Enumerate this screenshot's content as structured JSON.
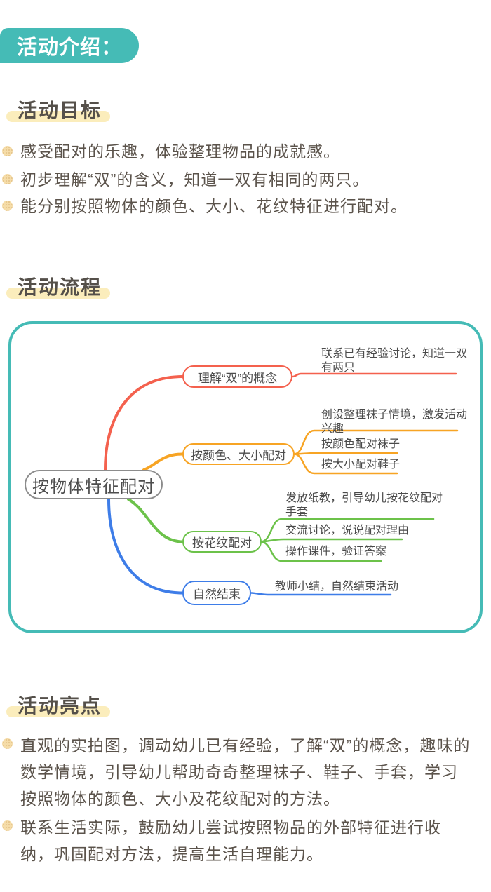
{
  "header": {
    "title": "活动介绍：",
    "bg_color": "#45BBB6",
    "text_color": "#ffffff"
  },
  "sections": {
    "goals": {
      "heading": "活动目标",
      "bullets": [
        "感受配对的乐趣，体验整理物品的成就感。",
        "初步理解“双”的含义，知道一双有相同的两只。",
        "能分别按照物体的颜色、大小、花纹特征进行配对。"
      ]
    },
    "flow": {
      "heading": "活动流程"
    },
    "highlights": {
      "heading": "活动亮点",
      "bullets": [
        "直观的实拍图，调动幼儿已有经验，了解“双”的概念，趣味的数学情境，引导幼儿帮助奇奇整理袜子、鞋子、手套，学习按照物体的颜色、大小及花纹配对的方法。",
        "联系生活实际，鼓励幼儿尝试按照物品的外部特征进行收纳，巩固配对方法，提高生活自理能力。"
      ]
    }
  },
  "mindmap": {
    "root": "按物体特征配对",
    "border_color": "#45BBB6",
    "root_border_color": "#8C8C8C",
    "branches": [
      {
        "label": "理解“双”的概念",
        "color": "#F4614E",
        "notes": [
          "联系已有经验讨论，知道一双有两只"
        ]
      },
      {
        "label": "按颜色、大小配对",
        "color": "#F7A424",
        "notes": [
          "创设整理袜子情境，激发活动兴趣",
          "按颜色配对袜子",
          "按大小配对鞋子"
        ]
      },
      {
        "label": "按花纹配对",
        "color": "#6CC24A",
        "notes": [
          "发放纸教，引导幼儿按花纹配对手套",
          "交流讨论，说说配对理由",
          "操作课件，验证答案"
        ]
      },
      {
        "label": "自然结束",
        "color": "#3E7DE8",
        "notes": [
          "教师小结，自然结束活动"
        ]
      }
    ]
  },
  "colors": {
    "highlight_yellow": "#FBEDBC",
    "bullet_dot": "#F5DCA8",
    "heading_text": "#55504A",
    "body_text": "#5B534B"
  }
}
